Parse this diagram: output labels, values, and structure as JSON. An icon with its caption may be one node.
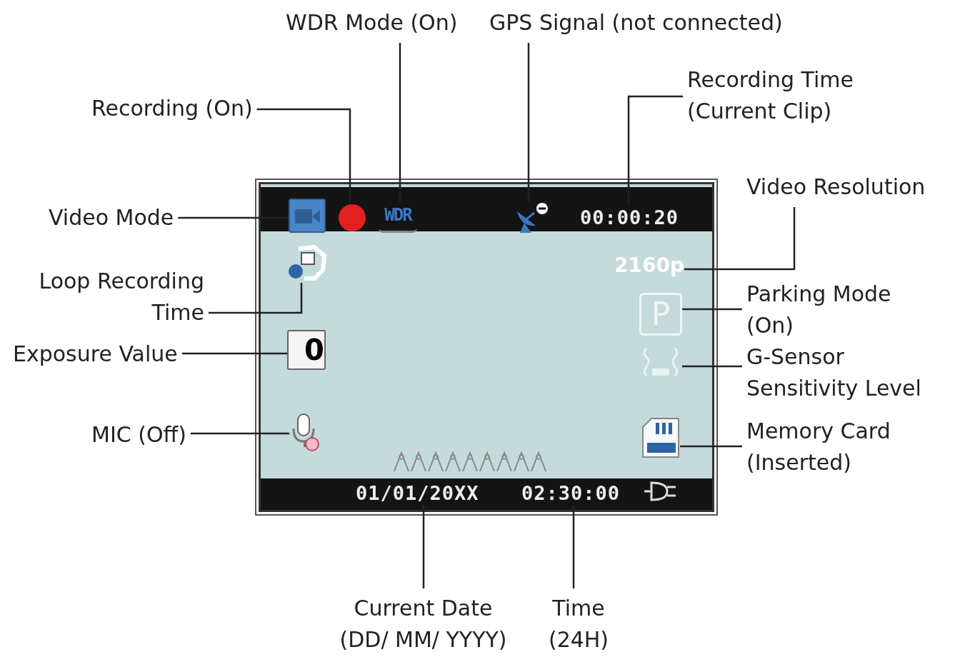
{
  "diagram": {
    "nodes": [
      {
        "text": [
          "WDR Mode (On)"
        ]
      },
      {
        "text": [
          "GPS Signal (not connected)"
        ]
      },
      {
        "text": [
          "Recording (On)"
        ]
      },
      {
        "text": [
          "Recording Time (Current Clip)"
        ]
      },
      {
        "text": [
          "Video Resolution"
        ]
      },
      {
        "text": [
          "Video Mode"
        ]
      },
      {
        "text": [
          "Loop Recording Time"
        ]
      },
      {
        "text": [
          "Parking Mode (On)"
        ]
      },
      {
        "text": [
          "Exposure Value"
        ]
      },
      {
        "text": [
          "G-Sensor Sensitivity Level"
        ]
      },
      {
        "text": [
          "MIC (Off)"
        ]
      },
      {
        "text": [
          "Memory Card (Inserted)"
        ]
      },
      {
        "text": [
          "Current Date (DD/ MM/ YYYY)"
        ]
      },
      {
        "text": [
          "Time (24H)"
        ]
      },
      {
        "text": [],
        "shape": "box"
      },
      {
        "text": [],
        "shape": "camera",
        "in": 14
      },
      {
        "text": [],
        "shape": "circle",
        "in": 14
      },
      {
        "text": [
          "WDR"
        ],
        "in": 14
      },
      {
        "text": [],
        "shape": "dish",
        "in": 14
      },
      {
        "text": [
          "00:00:20"
        ],
        "in": 14
      },
      {
        "text": [
          "2160p"
        ],
        "in": 14
      },
      {
        "text": [],
        "shape": "loop",
        "in": 14
      },
      {
        "text": [
          "P"
        ],
        "in": 14
      },
      {
        "text": [
          "0"
        ],
        "in": 14
      },
      {
        "text": [],
        "shape": "car",
        "in": 14
      },
      {
        "text": [],
        "shape": "microphone",
        "in": 14
      },
      {
        "text": [],
        "shape": "card",
        "in": 14
      },
      {
        "text": [
          "01/01/20XX"
        ],
        "in": 14
      },
      {
        "text": [
          "02:30:00"
        ],
        "in": 14
      }
    ],
    "edges": [
      {
        "from": 0,
        "to": 17,
        "arrow": "none"
      },
      {
        "from": 1,
        "to": 18,
        "arrow": "none"
      },
      {
        "from": 2,
        "to": 16,
        "arrow": "none"
      },
      {
        "from": 3,
        "to": 19,
        "arrow": "none"
      },
      {
        "from": 4,
        "to": 20,
        "arrow": "none"
      },
      {
        "from": 5,
        "to": 15,
        "arrow": "none"
      },
      {
        "from": 6,
        "to": 21,
        "arrow": "none"
      },
      {
        "from": 7,
        "to": 22,
        "arrow": "none"
      },
      {
        "from": 8,
        "to": 23,
        "arrow": "none"
      },
      {
        "from": 9,
        "to": 24,
        "arrow": "none"
      },
      {
        "from": 10,
        "to": 25,
        "arrow": "none"
      },
      {
        "from": 11,
        "to": 26,
        "arrow": "none"
      },
      {
        "from": 12,
        "to": 27,
        "arrow": "none"
      },
      {
        "from": 13,
        "to": 28,
        "arrow": "none"
      }
    ]
  }
}
